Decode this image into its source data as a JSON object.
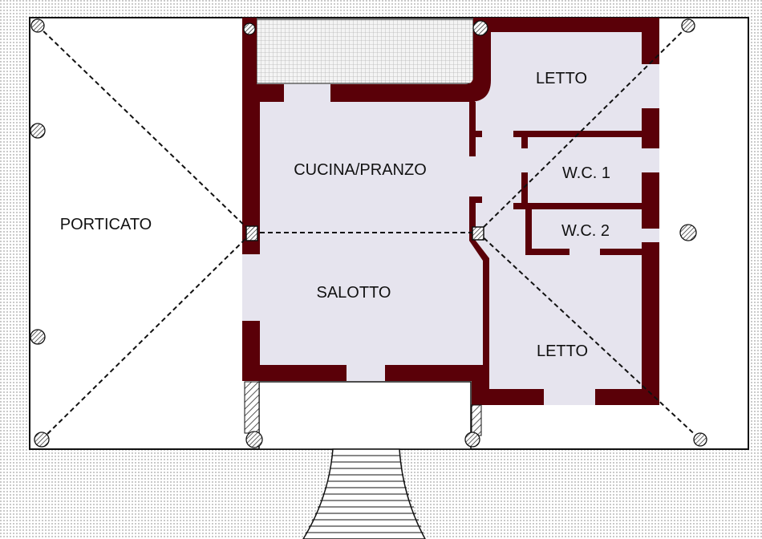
{
  "rooms": {
    "porticato": "PORTICATO",
    "cucina_pranzo": "CUCINA/PRANZO",
    "salotto": "SALOTTO",
    "letto_top": "LETTO",
    "letto_bottom": "LETTO",
    "wc1": "W.C. 1",
    "wc2": "W.C. 2"
  },
  "colors": {
    "wall": "#5a0008",
    "floor": "#e6e4ee",
    "terrace_grid": "#c8c8c8",
    "outline": "#111111"
  }
}
